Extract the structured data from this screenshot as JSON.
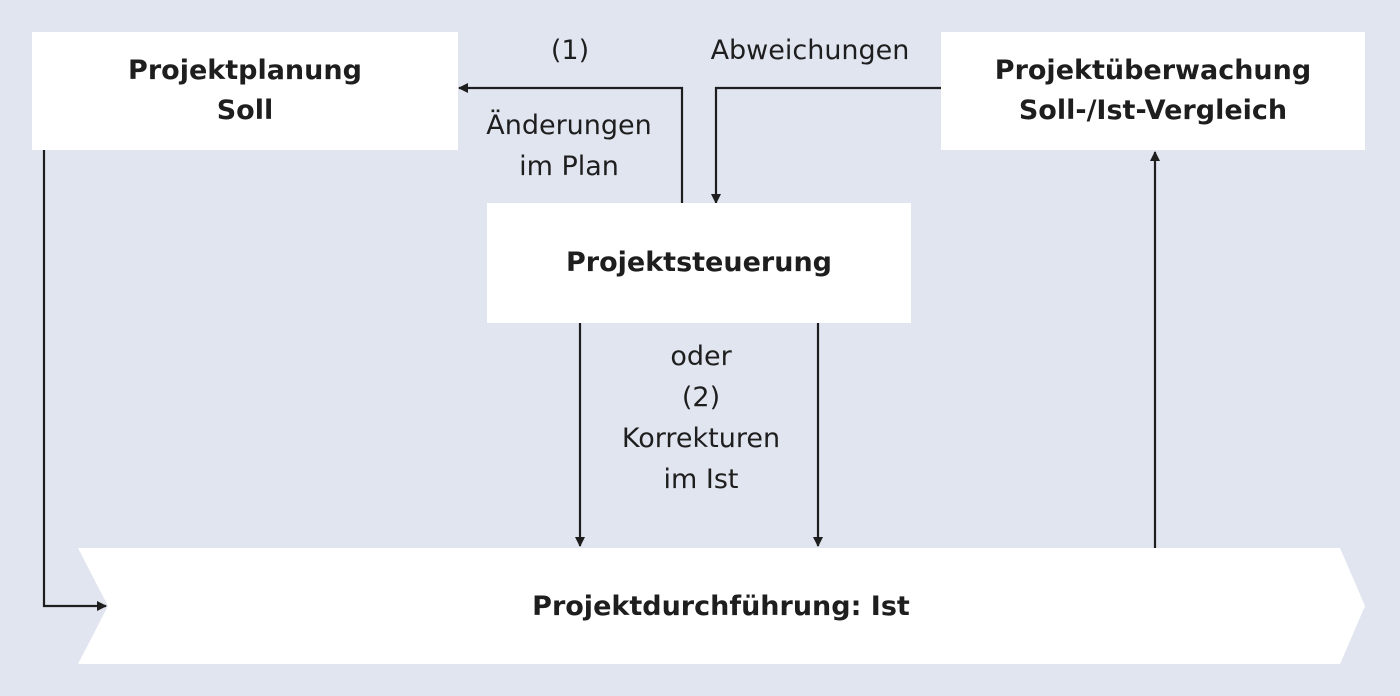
{
  "nodes": {
    "planning": {
      "line1": "Projektplanung",
      "line2": "Soll"
    },
    "monitoring": {
      "line1": "Projektüberwachung",
      "line2": "Soll-/Ist-Vergleich"
    },
    "control": {
      "line1": "Projektsteuerung"
    },
    "execution": {
      "line1": "Projektdurchführung: Ist"
    }
  },
  "edge_labels": {
    "option_one": "(1)",
    "deviations": "Abweichungen",
    "plan_changes": {
      "line1": "Änderungen",
      "line2": "im Plan"
    },
    "corrections": {
      "line1": "oder",
      "line2": "(2)",
      "line3": "Korrekturen",
      "line4": "im Ist"
    }
  },
  "colors": {
    "background": "#e1e5f0",
    "box_fill": "#ffffff",
    "text": "#1e1e1e",
    "line": "#1e1e1e"
  }
}
